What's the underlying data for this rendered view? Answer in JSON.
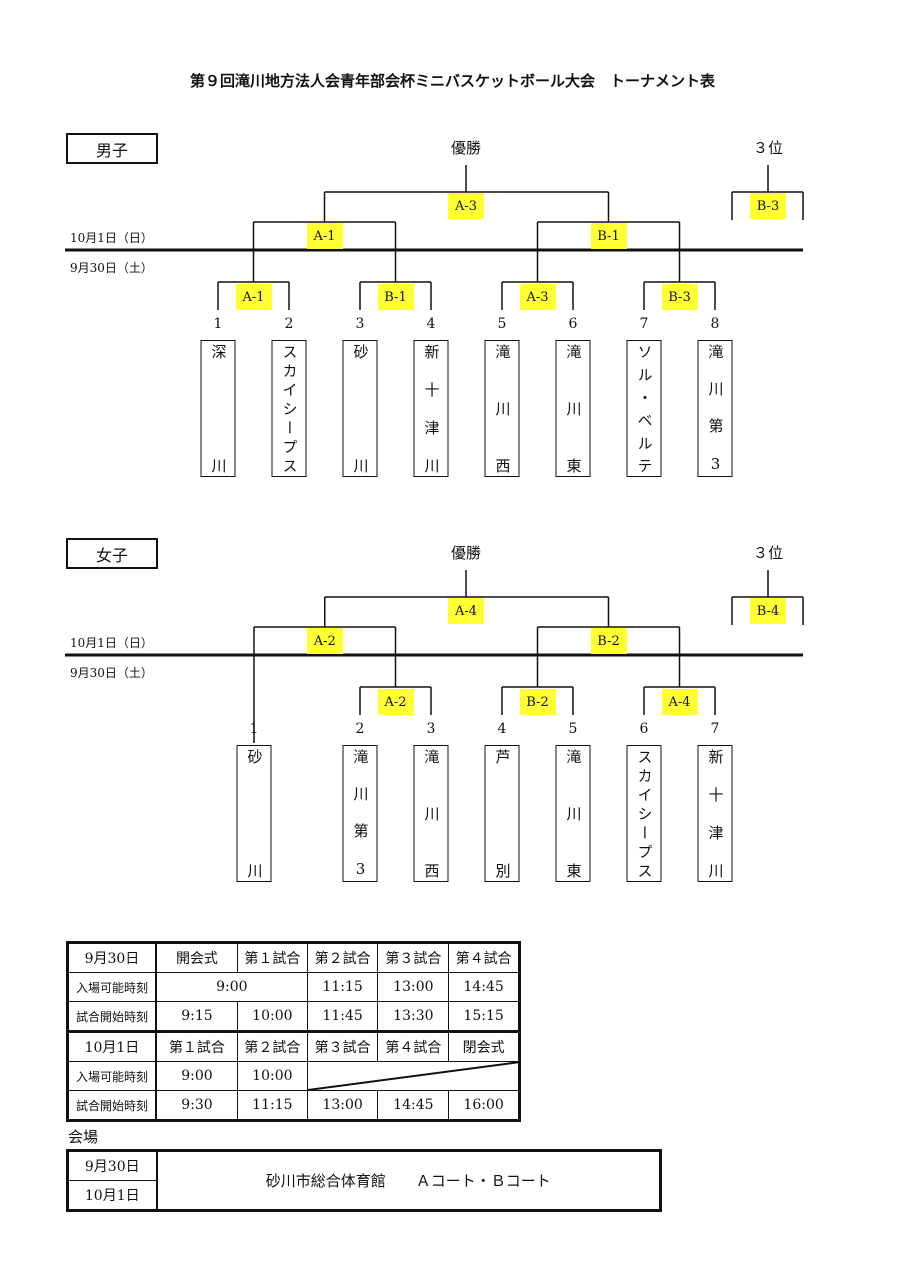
{
  "title": "第９回滝川地方法人会青年部会杯ミニバスケットボール大会　トーナメント表",
  "labels": {
    "champion": "優勝",
    "third": "３位",
    "day2": "10月1日（日）",
    "day1": "9月30日（土）"
  },
  "boys": {
    "section": "男子",
    "teams": [
      {
        "no": "1",
        "name": "深川"
      },
      {
        "no": "2",
        "name": "スカイシープス"
      },
      {
        "no": "3",
        "name": "砂川"
      },
      {
        "no": "4",
        "name": "新十津川"
      },
      {
        "no": "5",
        "name": "滝川西"
      },
      {
        "no": "6",
        "name": "滝川東"
      },
      {
        "no": "7",
        "name": "ソル・ベルテ"
      },
      {
        "no": "8",
        "name": "滝川第3"
      }
    ],
    "round1": [
      "A-1",
      "B-1",
      "A-3",
      "B-3"
    ],
    "round2": [
      "A-1",
      "B-1"
    ],
    "final": "A-3",
    "third": "B-3"
  },
  "girls": {
    "section": "女子",
    "teams": [
      {
        "no": "1",
        "name": "砂川"
      },
      {
        "no": "2",
        "name": "滝川第3"
      },
      {
        "no": "3",
        "name": "滝川西"
      },
      {
        "no": "4",
        "name": "芦別"
      },
      {
        "no": "5",
        "name": "滝川東"
      },
      {
        "no": "6",
        "name": "スカイシープス"
      },
      {
        "no": "7",
        "name": "新十津川"
      }
    ],
    "round1": [
      "A-2",
      "B-2",
      "A-4"
    ],
    "round2": [
      "A-2",
      "B-2"
    ],
    "final": "A-4",
    "third": "B-4"
  },
  "schedule": {
    "day1": {
      "date": "9月30日",
      "headers": [
        "開会式",
        "第１試合",
        "第２試合",
        "第３試合",
        "第４試合"
      ],
      "entry_label": "入場可能時刻",
      "entry": [
        "9:00",
        "11:15",
        "13:00",
        "14:45"
      ],
      "start_label": "試合開始時刻",
      "start": [
        "9:15",
        "10:00",
        "11:45",
        "13:30",
        "15:15"
      ]
    },
    "day2": {
      "date": "10月1日",
      "headers": [
        "第１試合",
        "第２試合",
        "第３試合",
        "第４試合",
        "閉会式"
      ],
      "entry_label": "入場可能時刻",
      "entry": [
        "9:00",
        "10:00"
      ],
      "start_label": "試合開始時刻",
      "start": [
        "9:30",
        "11:15",
        "13:00",
        "14:45",
        "16:00"
      ]
    }
  },
  "venue": {
    "heading": "会場",
    "dates": [
      "9月30日",
      "10月1日"
    ],
    "place": "砂川市総合体育館　　Ａコート・Ｂコート"
  }
}
